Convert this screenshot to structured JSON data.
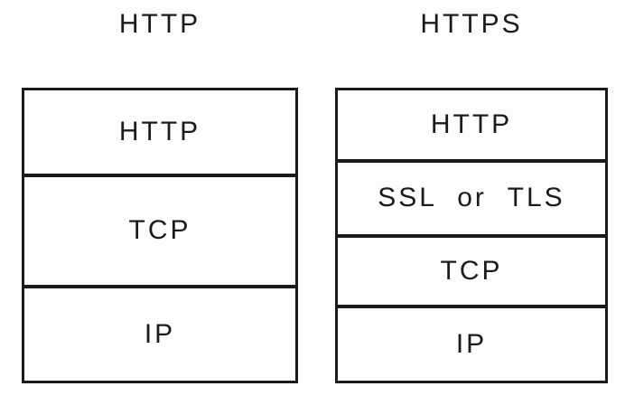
{
  "diagram": {
    "colors": {
      "background": "#fdfdfd",
      "line": "#1b1b1b",
      "text": "#1b1b1b"
    },
    "http_stack": {
      "title": "HTTP",
      "layers": [
        {
          "label": "HTTP"
        },
        {
          "label": "TCP"
        },
        {
          "label": "IP"
        }
      ]
    },
    "https_stack": {
      "title": "HTTPS",
      "layers": [
        {
          "label": "HTTP"
        },
        {
          "label": "SSL or TLS"
        },
        {
          "label": "TCP"
        },
        {
          "label": "IP"
        }
      ]
    }
  }
}
